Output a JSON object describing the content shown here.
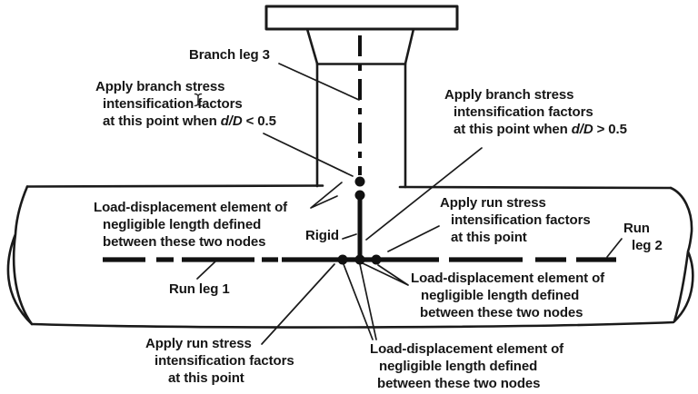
{
  "figure": {
    "title_hint": "Tee branch connection stress-intensification node diagram",
    "background_color": "#ffffff",
    "ink_color": "#1a1a1a",
    "labels": {
      "branch_leg_3": "Branch leg 3",
      "apply_branch_left": {
        "line1": "Apply branch stress",
        "line2": "intensification factors",
        "line3_prefix": "at this point when",
        "line3_var": "d/D",
        "line3_suffix": "< 0.5"
      },
      "apply_branch_right": {
        "line1": "Apply branch stress",
        "line2": "intensification factors",
        "line3_prefix": "at this point when",
        "line3_var": "d/D",
        "line3_suffix": "> 0.5"
      },
      "load_disp_left": {
        "line1": "Load-displacement element of",
        "line2": "negligible length defined",
        "line3": "between these two nodes"
      },
      "load_disp_right": {
        "line1": "Load-displacement element of",
        "line2": "negligible length defined",
        "line3": "between these two nodes"
      },
      "load_disp_bottom": {
        "line1": "Load-displacement element of",
        "line2": "negligible length defined",
        "line3": "between these two nodes"
      },
      "apply_run_left": {
        "line1": "Apply run stress",
        "line2": "intensification factors",
        "line3": "at this point"
      },
      "apply_run_right": {
        "line1": "Apply run stress",
        "line2": "intensification factors",
        "line3": "at this point"
      },
      "rigid": "Rigid",
      "run_leg_1": "Run leg 1",
      "run_leg_2_line1": "Run",
      "run_leg_2_line2": "leg 2"
    }
  }
}
